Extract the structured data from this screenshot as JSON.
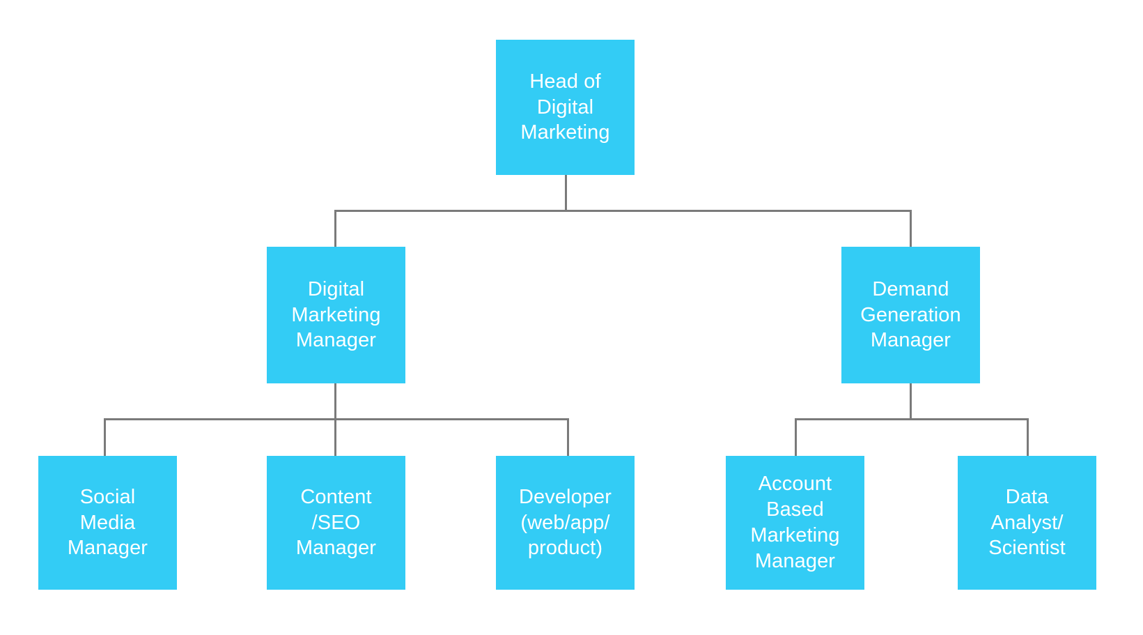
{
  "chart_data": {
    "type": "diagram",
    "diagram_type": "organizational-chart",
    "title": "",
    "orientation": "top-down",
    "node_fill_color": "#33CCF5",
    "node_text_color": "#FFFFFF",
    "connector_color": "#7A7A7A",
    "background_color": "#FFFFFF",
    "nodes": [
      {
        "id": "head",
        "label": "Head of\nDigital\nMarketing",
        "level": 0,
        "parent": null
      },
      {
        "id": "dmm",
        "label": "Digital\nMarketing\nManager",
        "level": 1,
        "parent": "head"
      },
      {
        "id": "dgm",
        "label": "Demand\nGeneration\nManager",
        "level": 1,
        "parent": "head"
      },
      {
        "id": "smm",
        "label": "Social\nMedia\nManager",
        "level": 2,
        "parent": "dmm"
      },
      {
        "id": "cseo",
        "label": "Content\n/SEO\nManager",
        "level": 2,
        "parent": "dmm"
      },
      {
        "id": "dev",
        "label": "Developer\n(web/app/\nproduct)",
        "level": 2,
        "parent": "dmm"
      },
      {
        "id": "abm",
        "label": "Account\nBased\nMarketing\nManager",
        "level": 2,
        "parent": "dgm"
      },
      {
        "id": "das",
        "label": "Data\nAnalyst/\nScientist",
        "level": 2,
        "parent": "dgm"
      }
    ],
    "edges": [
      {
        "from": "head",
        "to": "dmm"
      },
      {
        "from": "head",
        "to": "dgm"
      },
      {
        "from": "dmm",
        "to": "smm"
      },
      {
        "from": "dmm",
        "to": "cseo"
      },
      {
        "from": "dmm",
        "to": "dev"
      },
      {
        "from": "dgm",
        "to": "abm"
      },
      {
        "from": "dgm",
        "to": "das"
      }
    ]
  },
  "nodes": {
    "head": {
      "label": "Head of\nDigital\nMarketing"
    },
    "dmm": {
      "label": "Digital\nMarketing\nManager"
    },
    "dgm": {
      "label": "Demand\nGeneration\nManager"
    },
    "smm": {
      "label": "Social\nMedia\nManager"
    },
    "cseo": {
      "label": "Content\n/SEO\nManager"
    },
    "dev": {
      "label": "Developer\n(web/app/\nproduct)"
    },
    "abm": {
      "label": "Account\nBased\nMarketing\nManager"
    },
    "das": {
      "label": "Data\nAnalyst/\nScientist"
    }
  }
}
